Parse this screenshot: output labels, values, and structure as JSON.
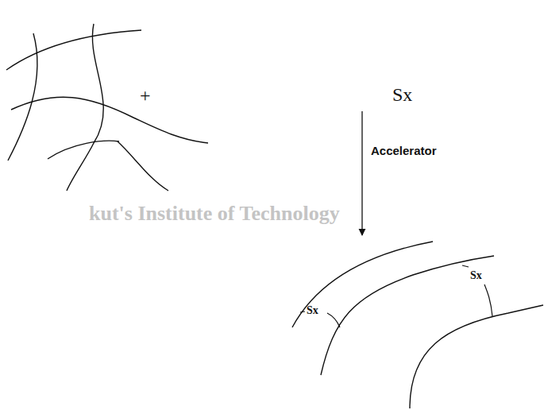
{
  "diagram": {
    "labels": [
      "+",
      "Sx",
      "Accelerator",
      "Sx",
      "Sx",
      "kut's Institute of Technology"
    ]
  }
}
